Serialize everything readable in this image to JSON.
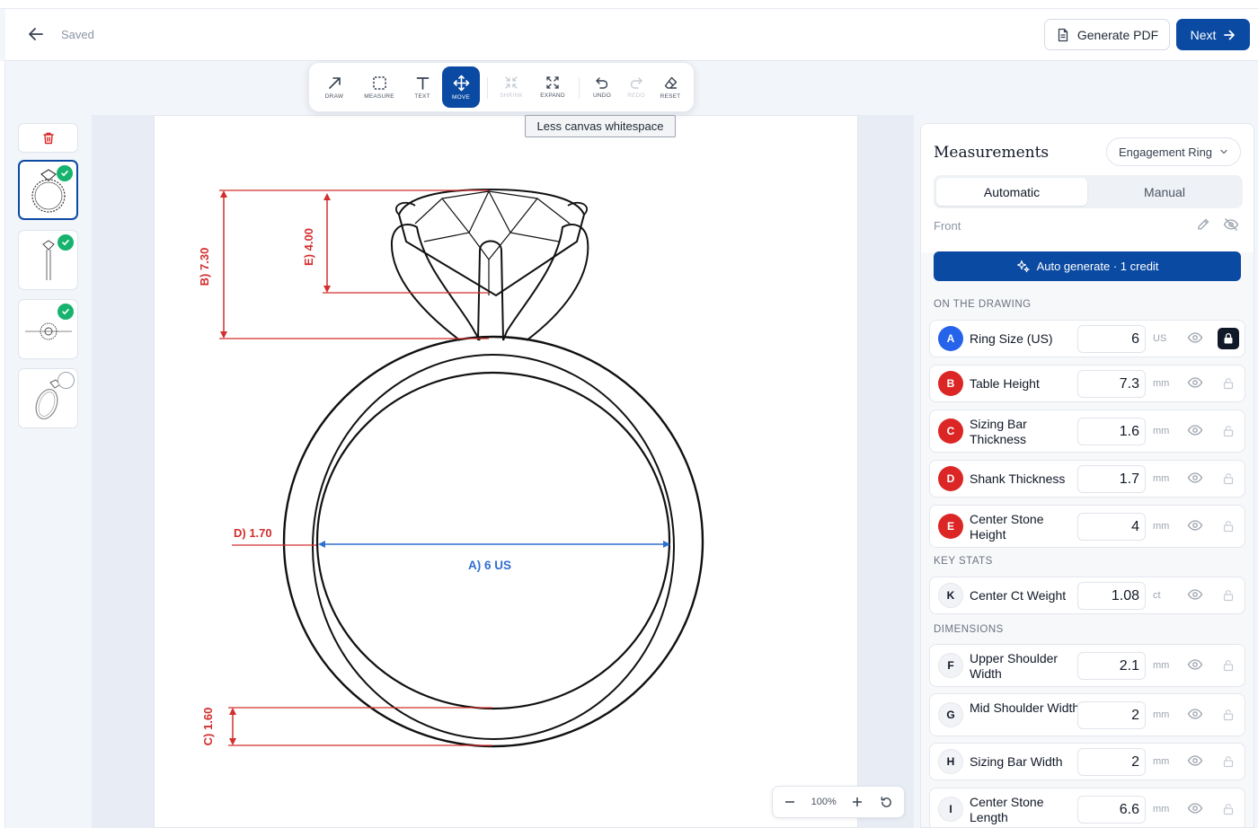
{
  "header": {
    "saved_label": "Saved",
    "generate_pdf_label": "Generate PDF",
    "next_label": "Next"
  },
  "toolbar": {
    "tools": [
      {
        "label": "DRAW",
        "icon": "arrow-diagonal-icon",
        "state": "normal"
      },
      {
        "label": "MEASURE",
        "icon": "dashed-square-icon",
        "state": "normal"
      },
      {
        "label": "TEXT",
        "icon": "text-t-icon",
        "state": "normal"
      },
      {
        "label": "MOVE",
        "icon": "move-arrows-icon",
        "state": "active"
      },
      {
        "label": "SHRINK",
        "icon": "shrink-icon",
        "state": "disabled"
      },
      {
        "label": "EXPAND",
        "icon": "expand-icon",
        "state": "normal"
      },
      {
        "label": "UNDO",
        "icon": "undo-icon",
        "state": "normal"
      },
      {
        "label": "REDO",
        "icon": "redo-icon",
        "state": "disabled"
      },
      {
        "label": "RESET",
        "icon": "eraser-icon",
        "state": "normal"
      }
    ],
    "tooltip": "Less canvas whitespace"
  },
  "thumbnails": [
    {
      "name": "ring-front-view",
      "status": "done",
      "selected": true
    },
    {
      "name": "ring-side-view",
      "status": "done",
      "selected": false
    },
    {
      "name": "ring-top-view",
      "status": "done",
      "selected": false
    },
    {
      "name": "ring-angled-view",
      "status": "pending",
      "selected": false
    }
  ],
  "drawing": {
    "labels": {
      "b": "B) 7.30",
      "e": "E) 4.00",
      "d": "D) 1.70",
      "a": "A) 6 US",
      "c": "C) 1.60"
    },
    "colors": {
      "measure_red": "#d32f2f",
      "measure_blue": "#2f6fd0",
      "line": "#111111"
    }
  },
  "zoom": {
    "value": "100%"
  },
  "panel": {
    "title": "Measurements",
    "product_type": "Engagement Ring",
    "modes": [
      "Automatic",
      "Manual"
    ],
    "active_mode": "Automatic",
    "view_label": "Front",
    "autogen_label": "Auto generate · 1 credit",
    "sections": {
      "on_drawing": "ON THE DRAWING",
      "key_stats": "KEY STATS",
      "dimensions": "DIMENSIONS"
    },
    "rows": [
      {
        "letter": "A",
        "label": "Ring Size (US)",
        "value": "6",
        "unit": "US",
        "color": "blue",
        "locked": true
      },
      {
        "letter": "B",
        "label": "Table Height",
        "value": "7.3",
        "unit": "mm",
        "color": "red",
        "locked": false
      },
      {
        "letter": "C",
        "label": "Sizing Bar Thickness",
        "value": "1.6",
        "unit": "mm",
        "color": "red",
        "locked": false
      },
      {
        "letter": "D",
        "label": "Shank Thickness",
        "value": "1.7",
        "unit": "mm",
        "color": "red",
        "locked": false
      },
      {
        "letter": "E",
        "label": "Center Stone Height",
        "value": "4",
        "unit": "mm",
        "color": "red",
        "locked": false
      },
      {
        "letter": "K",
        "label": "Center Ct Weight",
        "value": "1.08",
        "unit": "ct",
        "color": "grey",
        "locked": false
      },
      {
        "letter": "F",
        "label": "Upper Shoulder Width",
        "value": "2.1",
        "unit": "mm",
        "color": "grey",
        "locked": false
      },
      {
        "letter": "G",
        "label": "Mid Shoulder Width",
        "value": "2",
        "unit": "mm",
        "color": "grey",
        "locked": false
      },
      {
        "letter": "H",
        "label": "Sizing Bar Width",
        "value": "2",
        "unit": "mm",
        "color": "grey",
        "locked": false
      },
      {
        "letter": "I",
        "label": "Center Stone Length",
        "value": "6.6",
        "unit": "mm",
        "color": "grey",
        "locked": false
      }
    ]
  }
}
